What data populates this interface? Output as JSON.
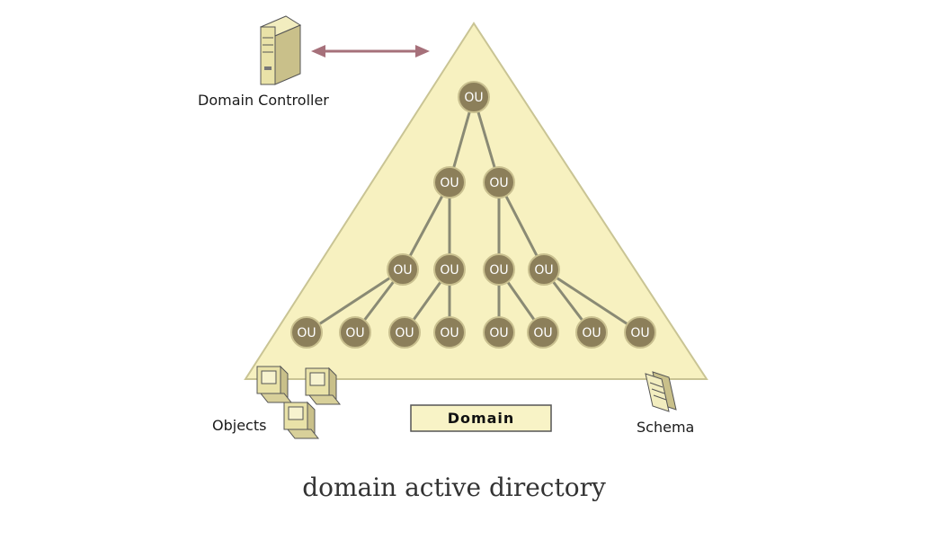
{
  "labels": {
    "domain_controller": "Domain Controller",
    "objects": "Objects",
    "schema": "Schema",
    "domain": "Domain",
    "caption": "domain active directory"
  },
  "ou_label": "OU",
  "colors": {
    "triangle_fill": "#f7f1c0",
    "triangle_stroke": "#c9c494",
    "node_fill": "#8c7f5a",
    "node_stroke": "#c9c08f",
    "edge": "#8a8a74",
    "arrow": "#a6707a",
    "domain_box_fill": "#f8f3c6"
  },
  "icons": {
    "domain_controller": "server-icon",
    "objects": "computer-icon",
    "schema": "document-icon",
    "link": "double-arrow-icon"
  }
}
